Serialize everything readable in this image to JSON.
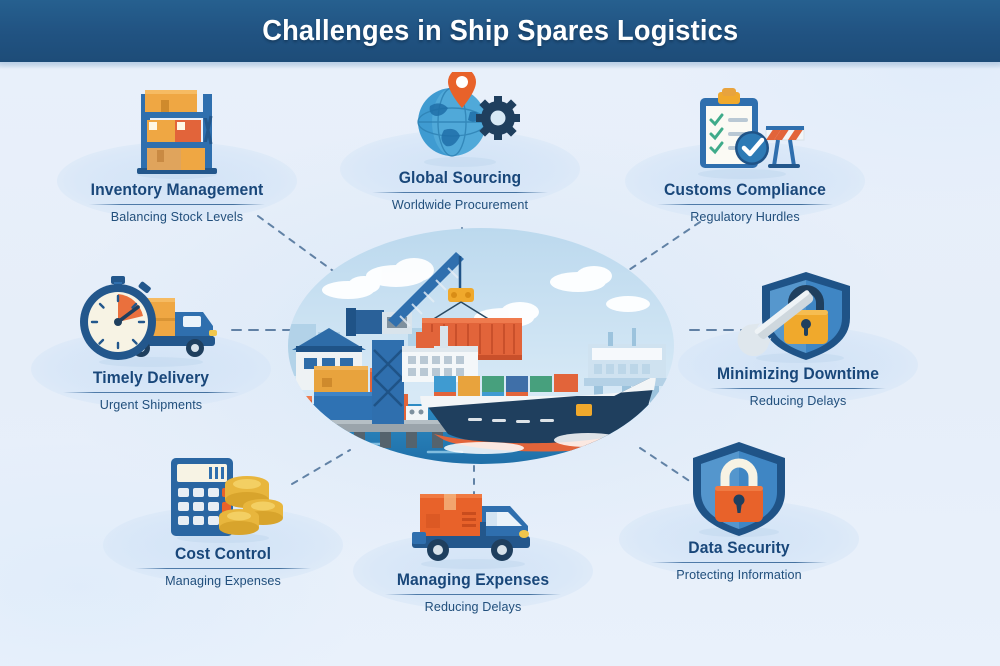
{
  "header": {
    "title": "Challenges in Ship Spares Logistics",
    "bar_color": "#215382",
    "text_color": "#ffffff"
  },
  "theme": {
    "background": "#e8eff9",
    "title_color": "#19477a",
    "subtitle_color": "#214f7c",
    "connector_color": "#4a6e96",
    "pill_color": "#d4e4f6",
    "accent_orange": "#e8622a",
    "accent_blue": "#2d6ca8"
  },
  "center": {
    "name": "port-logistics-illustration",
    "description": "Container port scene with gantry crane lifting an orange shipping container onto a cargo ship"
  },
  "nodes": [
    {
      "id": "inventory",
      "icon": "warehouse-rack-icon",
      "title": "Inventory Management",
      "subtitle": "Balancing Stock Levels"
    },
    {
      "id": "global",
      "icon": "globe-pin-gear-icon",
      "title": "Global Sourcing",
      "subtitle": "Worldwide Procurement"
    },
    {
      "id": "customs",
      "icon": "clipboard-checklist-barrier-icon",
      "title": "Customs Compliance",
      "subtitle": "Regulatory Hurdles"
    },
    {
      "id": "timely",
      "icon": "stopwatch-delivery-truck-icon",
      "title": "Timely Delivery",
      "subtitle": "Urgent Shipments"
    },
    {
      "id": "downtime",
      "icon": "shield-lock-wrench-icon",
      "title": "Minimizing Downtime",
      "subtitle": "Reducing Delays"
    },
    {
      "id": "cost",
      "icon": "calculator-coins-icon",
      "title": "Cost Control",
      "subtitle": "Managing Expenses"
    },
    {
      "id": "expenses",
      "icon": "cargo-truck-icon",
      "title": "Managing Expenses",
      "subtitle": "Reducing Delays"
    },
    {
      "id": "security",
      "icon": "shield-padlock-icon",
      "title": "Data Security",
      "subtitle": "Protecting Information"
    }
  ]
}
